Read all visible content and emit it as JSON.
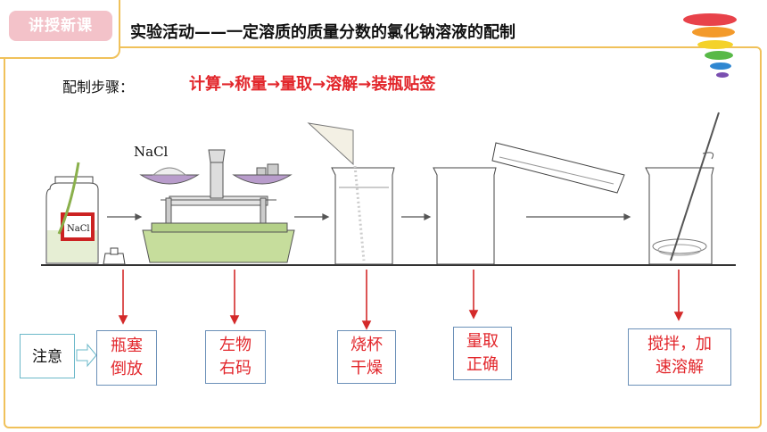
{
  "header": {
    "badge": "讲授新课",
    "title": "实验活动——一定溶质的质量分数的氯化钠溶液的配制"
  },
  "steps": {
    "label": "配制步骤：",
    "sequence": "计算→称量→量取→溶解→装瓶贴签"
  },
  "apparatus": {
    "bottle_label": "NaCl",
    "balance_label": "NaCl"
  },
  "note": {
    "label": "注意"
  },
  "tips": [
    {
      "line1": "瓶塞",
      "line2": "倒放"
    },
    {
      "line1": "左物",
      "line2": "右码"
    },
    {
      "line1": "烧杯",
      "line2": "干燥"
    },
    {
      "line1": "量取",
      "line2": "正确"
    },
    {
      "line1": "搅拌，加",
      "line2": "速溶解"
    }
  ],
  "colors": {
    "accent": "#e2262b",
    "frame": "#f0c15a",
    "badge": "#f3c2c9"
  }
}
